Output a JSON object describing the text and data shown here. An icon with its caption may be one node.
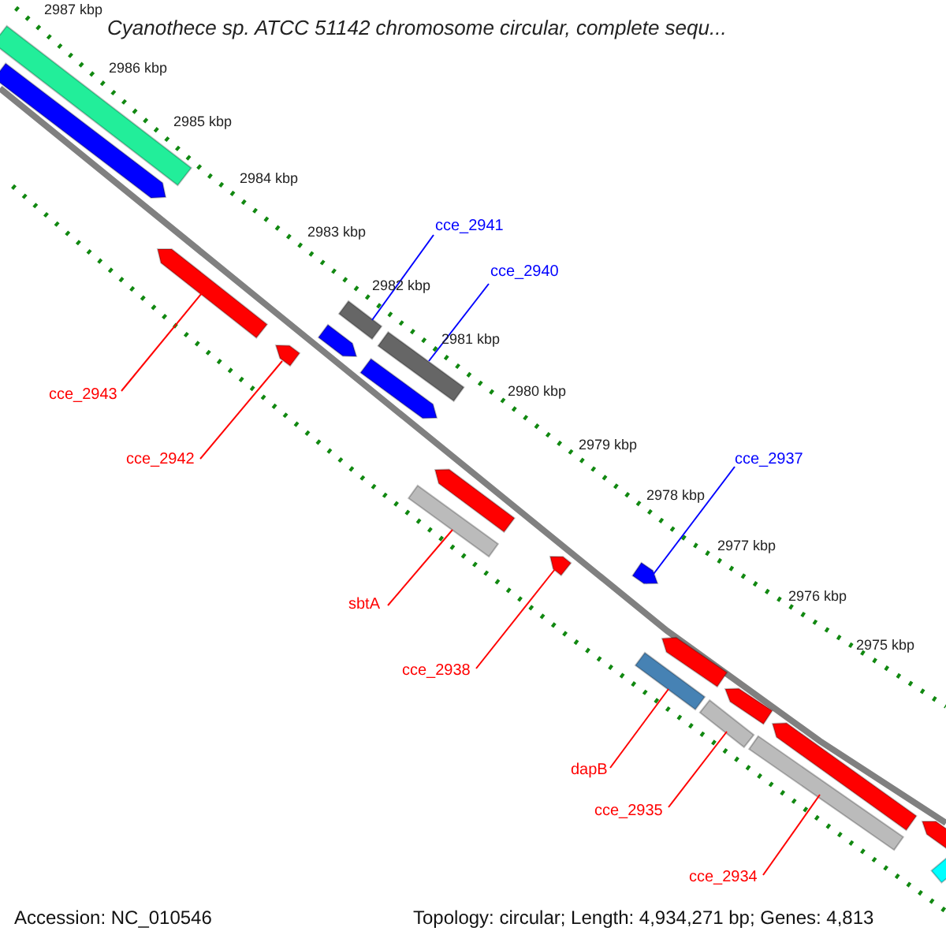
{
  "diagram": {
    "title": "Cyanothece sp. ATCC 51142 chromosome circular, complete sequ...",
    "nodes": [
      {
        "text": [
          "cce_2941"
        ]
      },
      {
        "text": [
          "cce_2940"
        ]
      },
      {
        "text": [
          "cce_2943"
        ]
      },
      {
        "text": [
          "cce_2942"
        ]
      },
      {
        "text": [
          "cce_2937"
        ]
      },
      {
        "text": [
          "sbtA"
        ]
      },
      {
        "text": [
          "cce_2938"
        ]
      },
      {
        "text": [
          "dapB"
        ]
      },
      {
        "text": [
          "cce_2935"
        ]
      },
      {
        "text": [
          "cce_2934"
        ]
      },
      {
        "text": [],
        "shape": "bar"
      },
      {
        "text": [],
        "shape": "bar"
      },
      {
        "text": [],
        "shape": "bar"
      },
      {
        "text": [],
        "shape": "bar"
      },
      {
        "text": [],
        "shape": "bar"
      },
      {
        "text": [],
        "shape": "bar"
      },
      {
        "text": [],
        "shape": "bar"
      },
      {
        "text": [],
        "shape": "bar"
      },
      {
        "text": [],
        "shape": "bar"
      },
      {
        "text": [],
        "shape": "bar"
      },
      {
        "text": [],
        "shape": "bar"
      },
      {
        "text": [],
        "shape": "bar"
      },
      {
        "text": [],
        "shape": "bar"
      },
      {
        "text": [],
        "shape": "bar"
      },
      {
        "text": [],
        "shape": "bar"
      },
      {
        "text": [],
        "shape": "bar"
      },
      {
        "text": [],
        "shape": "bar"
      },
      {
        "text": [],
        "shape": "bar"
      },
      {
        "text": [],
        "shape": "bar"
      },
      {
        "text": [],
        "shape": "bar"
      }
    ],
    "edges": [
      {
        "from": 0,
        "to": 15,
        "arrow": "none",
        "color": "#0000ff"
      },
      {
        "from": 1,
        "to": 17,
        "arrow": "none",
        "color": "#0000ff"
      },
      {
        "from": 2,
        "to": 12,
        "arrow": "none"
      },
      {
        "from": 3,
        "to": 13,
        "arrow": "none"
      },
      {
        "from": 4,
        "to": 21,
        "arrow": "none",
        "color": "#0000ff"
      },
      {
        "from": 5,
        "to": 18,
        "arrow": "none"
      },
      {
        "from": 6,
        "to": 20,
        "arrow": "none"
      },
      {
        "from": 7,
        "to": 22,
        "arrow": "none"
      },
      {
        "from": 8,
        "to": 24,
        "arrow": "none"
      },
      {
        "from": 9,
        "to": 26,
        "arrow": "none"
      }
    ],
    "labels": [
      "2987 kbp",
      "2986 kbp",
      "2985 kbp",
      "2984 kbp",
      "2983 kbp",
      "2982 kbp",
      "2981 kbp",
      "2980 kbp",
      "2979 kbp",
      "2978 kbp",
      "2977 kbp",
      "2976 kbp",
      "2975 kbp",
      "Accession: NC_010546",
      "Topology: circular; Length: 4,934,271 bp; Genes: 4,813"
    ]
  }
}
